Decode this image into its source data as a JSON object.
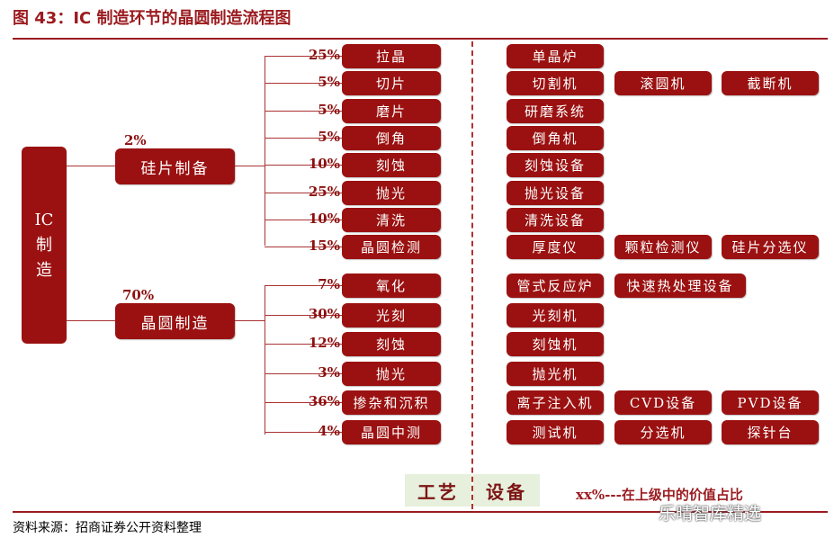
{
  "title": "图 43：IC 制造环节的晶圆制造流程图",
  "root": {
    "line1": "IC",
    "line2": "制",
    "line3": "造"
  },
  "wafer_prep": {
    "label": "硅片制备",
    "pct": "2%"
  },
  "wafer_fab": {
    "label": "晶圆制造",
    "pct": "70%"
  },
  "prep_steps": [
    {
      "pct": "25%",
      "step": "拉晶",
      "equipment": [
        "单晶炉"
      ]
    },
    {
      "pct": "5%",
      "step": "切片",
      "equipment": [
        "切割机",
        "滚圆机",
        "截断机"
      ]
    },
    {
      "pct": "5%",
      "step": "磨片",
      "equipment": [
        "研磨系统"
      ]
    },
    {
      "pct": "5%",
      "step": "倒角",
      "equipment": [
        "倒角机"
      ]
    },
    {
      "pct": "10%",
      "step": "刻蚀",
      "equipment": [
        "刻蚀设备"
      ]
    },
    {
      "pct": "25%",
      "step": "抛光",
      "equipment": [
        "抛光设备"
      ]
    },
    {
      "pct": "10%",
      "step": "清洗",
      "equipment": [
        "清洗设备"
      ]
    },
    {
      "pct": "15%",
      "step": "晶圆检测",
      "equipment": [
        "厚度仪",
        "颗粒检测仪",
        "硅片分选仪"
      ]
    }
  ],
  "fab_steps": [
    {
      "pct": "7%",
      "step": "氧化",
      "equipment": [
        "管式反应炉",
        "快速热处理设备"
      ]
    },
    {
      "pct": "30%",
      "step": "光刻",
      "equipment": [
        "光刻机"
      ]
    },
    {
      "pct": "12%",
      "step": "刻蚀",
      "equipment": [
        "刻蚀机"
      ]
    },
    {
      "pct": "3%",
      "step": "抛光",
      "equipment": [
        "抛光机"
      ]
    },
    {
      "pct": "36%",
      "step": "掺杂和沉积",
      "equipment": [
        "离子注入机",
        "CVD设备",
        "PVD设备"
      ]
    },
    {
      "pct": "4%",
      "step": "晶圆中测",
      "equipment": [
        "测试机",
        "分选机",
        "探针台"
      ]
    }
  ],
  "legend": {
    "process": "工艺",
    "equipment": "设备"
  },
  "note": "xx%---在上级中的价值占比",
  "source": "资料来源：招商证券公开资料整理",
  "watermark": "乐晴智库精选",
  "colors": {
    "box": "#9b1111",
    "accent": "#9b1b1f",
    "legend_bg": "#e6f0dc"
  }
}
